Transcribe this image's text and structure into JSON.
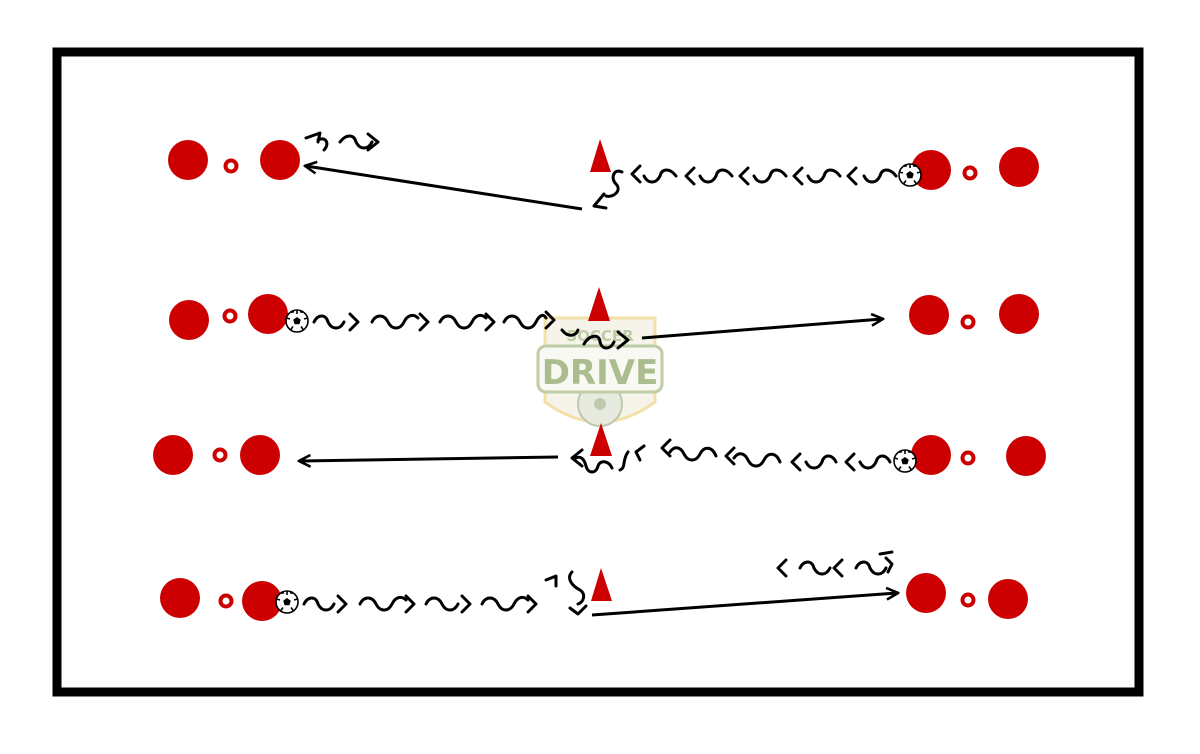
{
  "diagram": {
    "type": "soccer-drill",
    "rows": 4,
    "colors": {
      "background": "#ffffff",
      "field_border": "#000000",
      "player": "#cc0000",
      "cone": "#cc0000",
      "path": "#000000",
      "logo_green": "#8fa86a",
      "logo_gold": "#e8c85a"
    },
    "watermark": {
      "top_text": "SOCCER",
      "main_text": "DRIVE"
    },
    "icons": {
      "player": "red-circle",
      "marker": "small-ring",
      "cone": "red-cone",
      "ball": "soccer-ball"
    }
  }
}
